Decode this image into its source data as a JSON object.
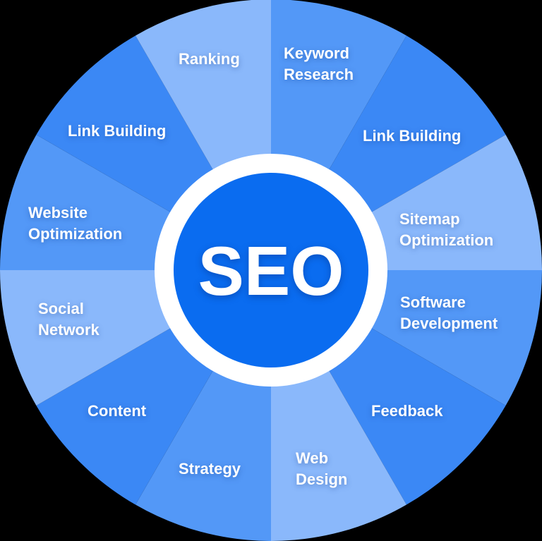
{
  "diagram": {
    "title": "SEO",
    "center_label": "SEO",
    "colors": {
      "background": "#000000",
      "light": "#8ab8fb",
      "medium": "#5398f7",
      "dark": "#3b88f5",
      "ring": "#ffffff",
      "center": "#0a6cf0",
      "text": "#ffffff"
    },
    "segments": [
      {
        "id": "keyword-research",
        "lines": [
          "Keyword",
          "Research"
        ],
        "shade": "medium"
      },
      {
        "id": "link-building-right",
        "lines": [
          "Link Building"
        ],
        "shade": "dark"
      },
      {
        "id": "sitemap-optimization",
        "lines": [
          "Sitemap",
          "Optimization"
        ],
        "shade": "light"
      },
      {
        "id": "software-development",
        "lines": [
          "Software",
          "Development"
        ],
        "shade": "medium"
      },
      {
        "id": "feedback",
        "lines": [
          "Feedback"
        ],
        "shade": "dark"
      },
      {
        "id": "web-design",
        "lines": [
          "Web",
          "Design"
        ],
        "shade": "light"
      },
      {
        "id": "strategy",
        "lines": [
          "Strategy"
        ],
        "shade": "medium"
      },
      {
        "id": "content",
        "lines": [
          "Content"
        ],
        "shade": "dark"
      },
      {
        "id": "social-network",
        "lines": [
          "Social",
          "Network"
        ],
        "shade": "light"
      },
      {
        "id": "website-optimization",
        "lines": [
          "Website",
          "Optimization"
        ],
        "shade": "medium"
      },
      {
        "id": "link-building-left",
        "lines": [
          "Link Building"
        ],
        "shade": "dark"
      },
      {
        "id": "ranking",
        "lines": [
          "Ranking"
        ],
        "shade": "light"
      }
    ]
  }
}
